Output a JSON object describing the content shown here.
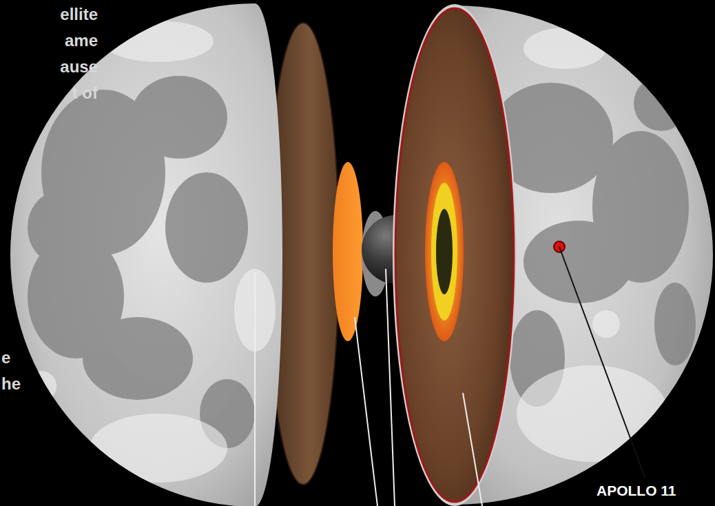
{
  "diagram": {
    "labels": [
      "ellite",
      "ame",
      "ause",
      "t of",
      "e",
      "he",
      "APOLLO 11"
    ]
  }
}
